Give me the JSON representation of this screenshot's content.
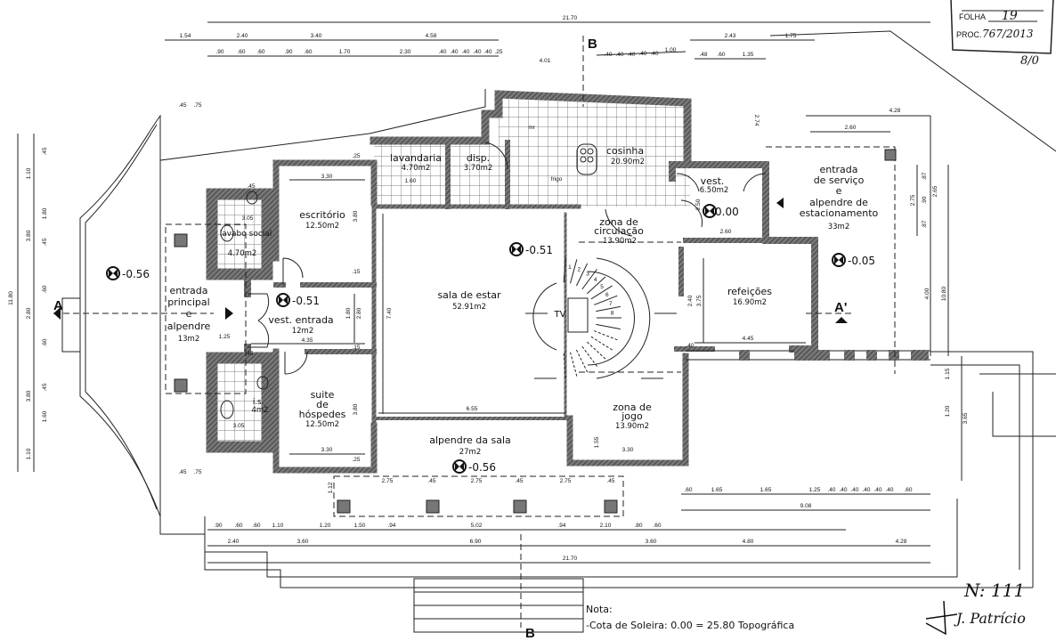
{
  "stamp": {
    "folha_label": "FOLHA",
    "folha_value": "19",
    "proc_label": "PROC.",
    "proc_value": "767/2013",
    "initials": "8/0"
  },
  "rooms": [
    {
      "name": "escritório",
      "area": "12.50m2"
    },
    {
      "name": "lavabo social",
      "area": "4.70m2"
    },
    {
      "name_lines": [
        "entrada",
        "principal",
        "e",
        "alpendre"
      ],
      "area": "13m2"
    },
    {
      "name": "vest. entrada",
      "area": "12m2"
    },
    {
      "name_lines": [
        "suite",
        "de",
        "hóspedes"
      ],
      "area": "12.50m2"
    },
    {
      "name": "i.s.",
      "area": "4m2"
    },
    {
      "name": "sala de estar",
      "area": "52.91m2"
    },
    {
      "name": "lavandaria",
      "area": "4.70m2"
    },
    {
      "name": "disp.",
      "area": "3.70m2"
    },
    {
      "name": "cosinha",
      "area": "20.90m2"
    },
    {
      "name_lines": [
        "zona de",
        "circulação"
      ],
      "area": "13.90m2"
    },
    {
      "name": "vest.",
      "area": "6.50m2"
    },
    {
      "name_lines": [
        "entrada",
        "de serviço",
        "e",
        "alpendre de",
        "estacionamento"
      ],
      "area": "33m2"
    },
    {
      "name": "refeições",
      "area": "16.90m2"
    },
    {
      "name_lines": [
        "zona de",
        "jogo"
      ],
      "area": "13.90m2"
    },
    {
      "name": "alpendre da sala",
      "area": "27m2"
    }
  ],
  "fixtures": {
    "tv": "TV",
    "frigo": "frigo",
    "mr": "mr"
  },
  "levels": [
    "-0.56",
    "-0.51",
    "-0.51",
    "0.00",
    "-0.05",
    "-0.56"
  ],
  "sections": {
    "a": "A",
    "a_prime": "A'",
    "b_top": "B",
    "b_bottom": "B"
  },
  "dims": {
    "top_total": "21.70",
    "top_row2": [
      "1.54",
      "2.40",
      "3.40",
      "4.58",
      "2.43",
      "1.75"
    ],
    "top_row3": [
      ".90",
      ".60",
      ".60",
      ".90",
      ".60",
      "1.70",
      "2.30",
      ".40",
      ".40",
      ".40",
      ".40",
      ".40",
      ".25",
      "4.01",
      ".40",
      ".40",
      ".40",
      ".40",
      ".40",
      "1.00",
      ".48",
      ".60",
      "1.35"
    ],
    "bottom_row1": [
      ".90",
      ".60",
      ".60",
      "1.10",
      "1.20",
      "1.50",
      ".94",
      "5.02",
      ".94",
      "2.10",
      ".80",
      ".60"
    ],
    "bottom_row2": [
      "2.40",
      "3.60",
      "6.90",
      "3.60",
      "4.80",
      "4.28"
    ],
    "bottom_total": "21.70",
    "terrace_row": [
      ".60",
      "1.65",
      "1.65",
      "1.25",
      ".40",
      ".40",
      ".40",
      ".40",
      ".40",
      ".40",
      ".60"
    ],
    "terrace_total": "9.08",
    "left_vertical": [
      "11.80",
      "1.10",
      "3.80",
      "2.80",
      "3.80",
      "1.10",
      "1.80",
      ".45",
      ".60",
      ".45",
      ".60",
      ".45",
      "1.60"
    ],
    "right_vertical": [
      "10.80",
      "4.00",
      "2.75",
      "2.65",
      "3.65",
      "1.15",
      "1.20",
      ".87",
      ".90",
      ".87"
    ],
    "misc": [
      "4.28",
      "2.60",
      "2.74",
      ".45",
      ".75",
      ".45",
      ".75",
      "2.75",
      "2.75",
      "2.75",
      ".45",
      ".45",
      ".45",
      "1.12"
    ],
    "interior": [
      "3.30",
      "3.80",
      "6.55",
      "7.40",
      "2.80",
      "1.80",
      "4.35",
      "1.25",
      "3.30",
      "3.80",
      "3.30",
      "4.45",
      "2.40",
      "3.75",
      "2.50",
      "2.60",
      "1.55",
      "3.05",
      "3.05",
      ".45",
      ".45",
      ".15",
      ".15",
      ".25",
      ".25",
      ".40",
      "1.60"
    ]
  },
  "note": {
    "title": "Nota:",
    "text": "-Cota de Soleira: 0.00 = 25.80 Topográfica"
  },
  "signature": {
    "number": "N: 111",
    "name": "J. Patrício"
  },
  "stair_steps": [
    "1",
    "2",
    "3",
    "4",
    "5",
    "6",
    "7",
    "8"
  ]
}
